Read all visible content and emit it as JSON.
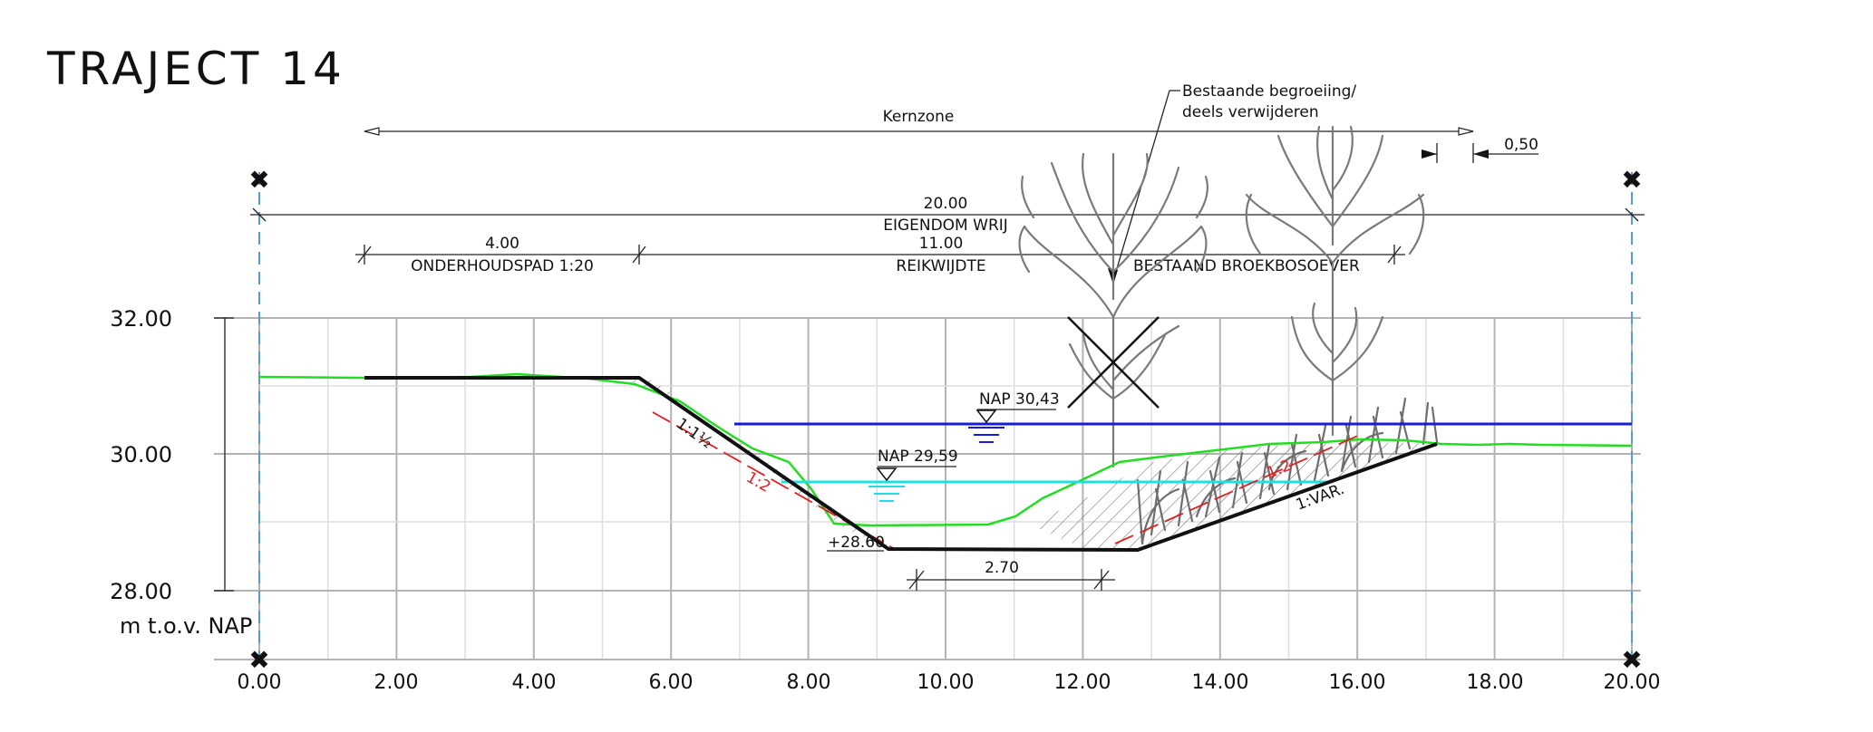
{
  "title": "TRAJECT 14",
  "axis": {
    "x_ticks": [
      "0.00",
      "2.00",
      "4.00",
      "6.00",
      "8.00",
      "10.00",
      "12.00",
      "14.00",
      "16.00",
      "18.00",
      "20.00"
    ],
    "y_ticks": [
      "32.00",
      "30.00",
      "28.00"
    ],
    "y_unit": "m t.o.v. NAP"
  },
  "annotations": {
    "kernzone": "Kernzone",
    "tree_note_line1": "Bestaande begroeiing/",
    "tree_note_line2": "deels verwijderen",
    "offset_050": "0,50",
    "eigendom_value": "20.00",
    "eigendom_label": "EIGENDOM WRIJ",
    "onderhoudspad_value": "4.00",
    "onderhoudspad_label": "ONDERHOUDSPAD 1:20",
    "reikwijdte_value": "11.00",
    "reikwijdte_label": "REIKWIJDTE",
    "broekbos_label": "BESTAAND BROEKBOSOEVER",
    "nap_high": "NAP 30,43",
    "nap_low": "NAP 29,59",
    "slope_left": "1:1½",
    "slope_red_left": "1:2",
    "slope_red_right": "1:2",
    "slope_right": "1:VAR.",
    "bottom_level": "+28.60",
    "bottom_width": "2.70"
  },
  "colors": {
    "existing_profile": "#22dd22",
    "design_profile": "#111111",
    "water_high": "#1a1adb",
    "water_low": "#1fe0e0",
    "red_slope": "#e02020",
    "axis_dash": "#5b9bd5"
  }
}
